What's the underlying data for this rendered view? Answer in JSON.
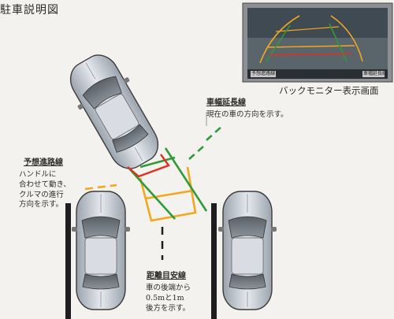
{
  "title": "駐車説明図",
  "monitor_caption": "バックモニター表示画面",
  "monitor_labels": {
    "left": "予想進路線",
    "right": "車幅延長線"
  },
  "labels": {
    "vehicle_width_line": {
      "title": "車幅延長線",
      "body": "現在の車の方向を示す。"
    },
    "predicted_path": {
      "title": "予想進路線",
      "body": "ハンドルに\n合わせて動き、\nクルマの進行\n方向を示す。"
    },
    "distance_guide": {
      "title": "距離目安線",
      "body": "車の後端から\n0.5mと1m\n後方を示す。"
    }
  },
  "colors": {
    "predicted_path": "#f0a81e",
    "vehicle_width": "#2f9a3a",
    "distance_near": "#e0301f",
    "guide_dashes": "#2f7f36",
    "car_body": "#c9ced6",
    "car_outline": "#3b3b3b"
  }
}
